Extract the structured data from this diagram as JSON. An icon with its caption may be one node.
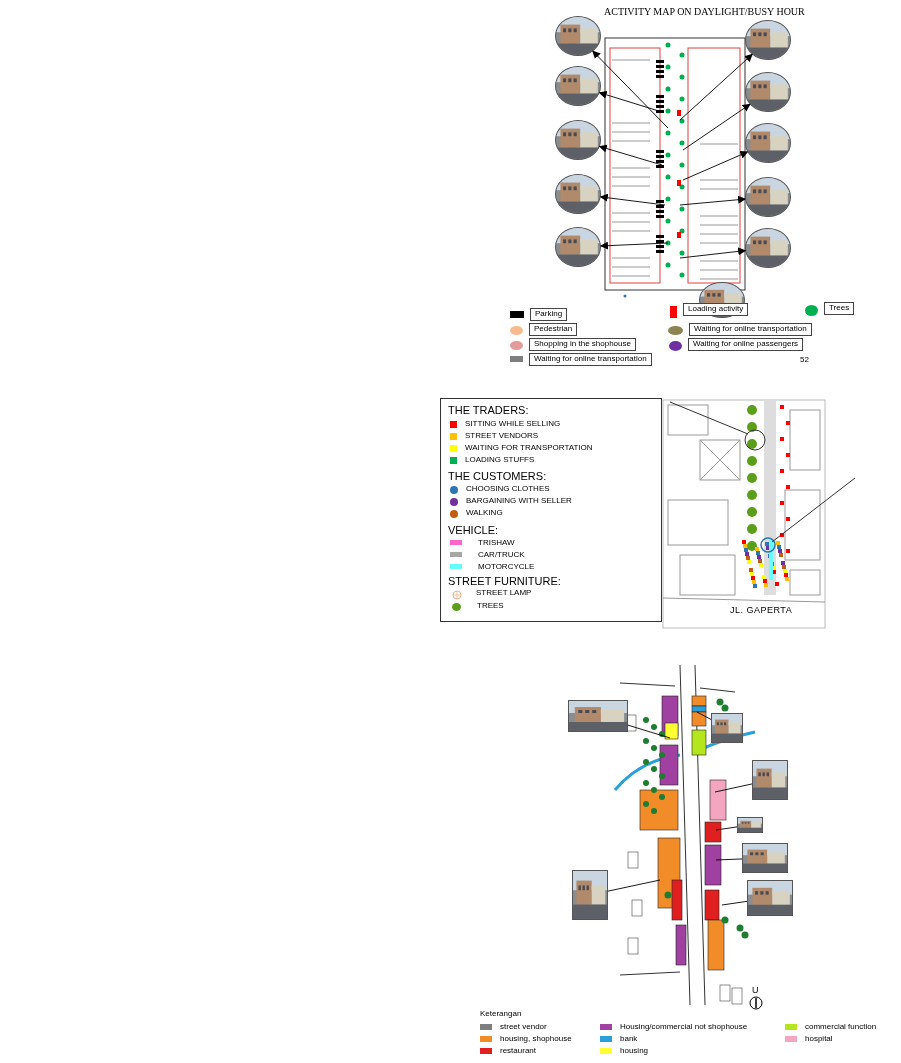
{
  "diagram": {
    "title": "ACTIVITY MAP ON DAYLIGHT/BUSY HOUR",
    "nodes": [
      {
        "text": [],
        "shape": "picture"
      },
      {
        "text": [],
        "shape": "picture"
      },
      {
        "text": [],
        "shape": "picture"
      },
      {
        "text": [],
        "shape": "picture"
      },
      {
        "text": [],
        "shape": "picture"
      },
      {
        "text": [],
        "shape": "picture"
      },
      {
        "text": [],
        "shape": "picture"
      },
      {
        "text": [],
        "shape": "picture"
      },
      {
        "text": [],
        "shape": "picture"
      },
      {
        "text": [],
        "shape": "picture"
      },
      {
        "text": [],
        "shape": "picture"
      },
      {
        "text": [],
        "shape": "picture"
      },
      {
        "text": [],
        "shape": "picture"
      },
      {
        "text": [],
        "shape": "picture"
      },
      {
        "text": [],
        "shape": "picture"
      },
      {
        "text": [],
        "shape": "picture"
      },
      {
        "text": [],
        "shape": "picture"
      },
      {
        "text": [],
        "shape": "picture"
      }
    ],
    "edges": [
      {
        "from": null,
        "to": 0,
        "arrow": "to"
      },
      {
        "from": null,
        "to": 1,
        "arrow": "to"
      },
      {
        "from": null,
        "to": 2,
        "arrow": "to"
      },
      {
        "from": null,
        "to": 3,
        "arrow": "to"
      },
      {
        "from": null,
        "to": 4,
        "arrow": "to"
      },
      {
        "from": null,
        "to": 5,
        "arrow": "to"
      },
      {
        "from": null,
        "to": 6,
        "arrow": "to"
      },
      {
        "from": null,
        "to": 7,
        "arrow": "to"
      },
      {
        "from": null,
        "to": 8,
        "arrow": "to"
      },
      {
        "from": null,
        "to": 9,
        "arrow": "to"
      },
      {
        "from": 11,
        "to": null,
        "arrow": "none"
      },
      {
        "from": 12,
        "to": null,
        "arrow": "none"
      },
      {
        "from": 13,
        "to": null,
        "arrow": "none"
      },
      {
        "from": 14,
        "to": null,
        "arrow": "none"
      },
      {
        "from": 15,
        "to": null,
        "arrow": "none"
      },
      {
        "from": 16,
        "to": null,
        "arrow": "none"
      },
      {
        "from": 17,
        "to": null,
        "arrow": "none"
      }
    ],
    "labels": [
      "52",
      "THE TRADERS:",
      "THE CUSTOMERS:",
      "VEHICLE:",
      "STREET FURNITURE:",
      "JL. GAPERTA",
      "Keterangan",
      "U"
    ],
    "legend": [
      {
        "text": "Parking",
        "color": "#000000"
      },
      {
        "text": "Pedestrian",
        "color": "#f8bb8f"
      },
      {
        "text": "Shopping in the shophouse",
        "color": "#e39a9a"
      },
      {
        "text": "Waiting for online transportation",
        "color": "#7f7f7f"
      },
      {
        "text": "Loading activity",
        "color": "#ff0000"
      },
      {
        "text": "Waiting for online transportation",
        "color": "#8c8553"
      },
      {
        "text": "Waiting for online passengers",
        "color": "#7030a0"
      },
      {
        "text": "Trees",
        "color": "#00b050"
      },
      {
        "text": "SITTING WHILE SELLING",
        "color": "#ff0000"
      },
      {
        "text": "STREET VENDORS",
        "color": "#ffc000"
      },
      {
        "text": "WAITING FOR TRANSPORTATION",
        "color": "#ffff00"
      },
      {
        "text": "LOADING STUFFS",
        "color": "#00b050"
      },
      {
        "text": "CHOOSING CLOTHES",
        "color": "#2e75b6"
      },
      {
        "text": "BARGAINING WITH SELLER",
        "color": "#7030a0"
      },
      {
        "text": "WALKING",
        "color": "#c55a11"
      },
      {
        "text": "TRISHAW",
        "color": "#ff66cc"
      },
      {
        "text": "CAR/TRUCK",
        "color": "#a6a6a6"
      },
      {
        "text": "MOTORCYCLE",
        "color": "#66ffff"
      },
      {
        "text": "STREET LAMP"
      },
      {
        "text": "TREES",
        "color": "#5a9e1a"
      },
      {
        "text": "street vendor",
        "color": "#7f7f7f"
      },
      {
        "text": "housing, shophouse",
        "color": "#f28c28"
      },
      {
        "text": "restaurant",
        "color": "#e02020"
      },
      {
        "text": "Housing/commercial not shophouse",
        "color": "#a040a0"
      },
      {
        "text": "bank",
        "color": "#2a9fd8"
      },
      {
        "text": "housing",
        "color": "#ffff33"
      },
      {
        "text": "commercial function",
        "color": "#b5e61d"
      },
      {
        "text": "hospital",
        "color": "#f4a6c0"
      }
    ]
  }
}
